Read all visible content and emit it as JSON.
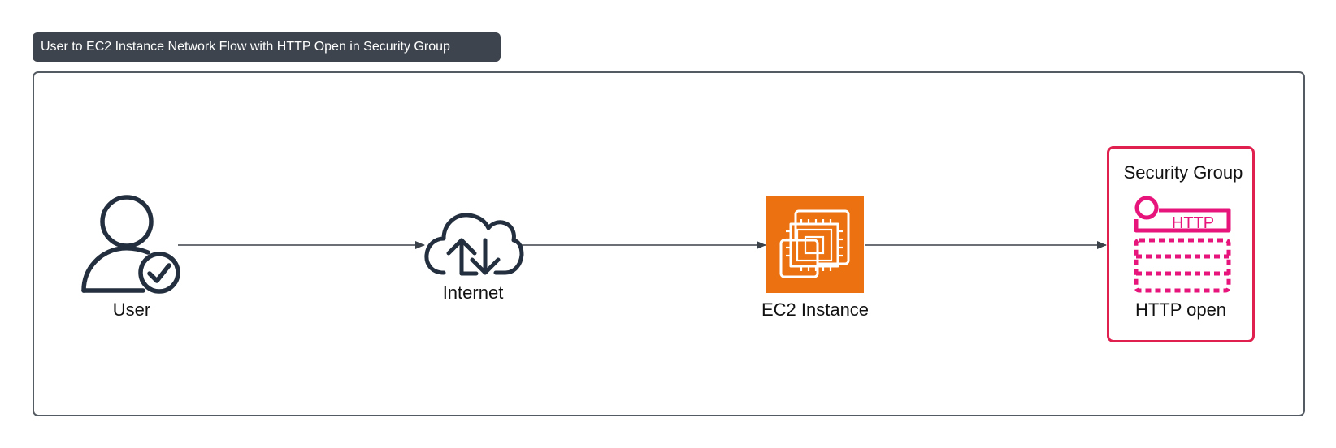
{
  "diagram": {
    "title": "User to EC2 Instance Network Flow with HTTP Open in Security Group",
    "nodes": [
      {
        "id": "user",
        "label": "User",
        "icon": "user-check-icon"
      },
      {
        "id": "internet",
        "label": "Internet",
        "icon": "cloud-updown-icon"
      },
      {
        "id": "ec2",
        "label": "EC2 Instance",
        "icon": "ec2-chip-icon"
      },
      {
        "id": "sg",
        "label": "HTTP open",
        "group_label": "Security Group",
        "icon": "security-group-http-icon",
        "icon_text": "HTTP"
      }
    ],
    "edges": [
      {
        "from": "user",
        "to": "internet"
      },
      {
        "from": "internet",
        "to": "ec2"
      },
      {
        "from": "ec2",
        "to": "sg"
      }
    ],
    "colors": {
      "title_bg": "#3d444d",
      "ec2_orange": "#ec7211",
      "security_pink": "#e7157b",
      "group_border": "#e0204e",
      "icon_dark": "#232f3e"
    }
  }
}
